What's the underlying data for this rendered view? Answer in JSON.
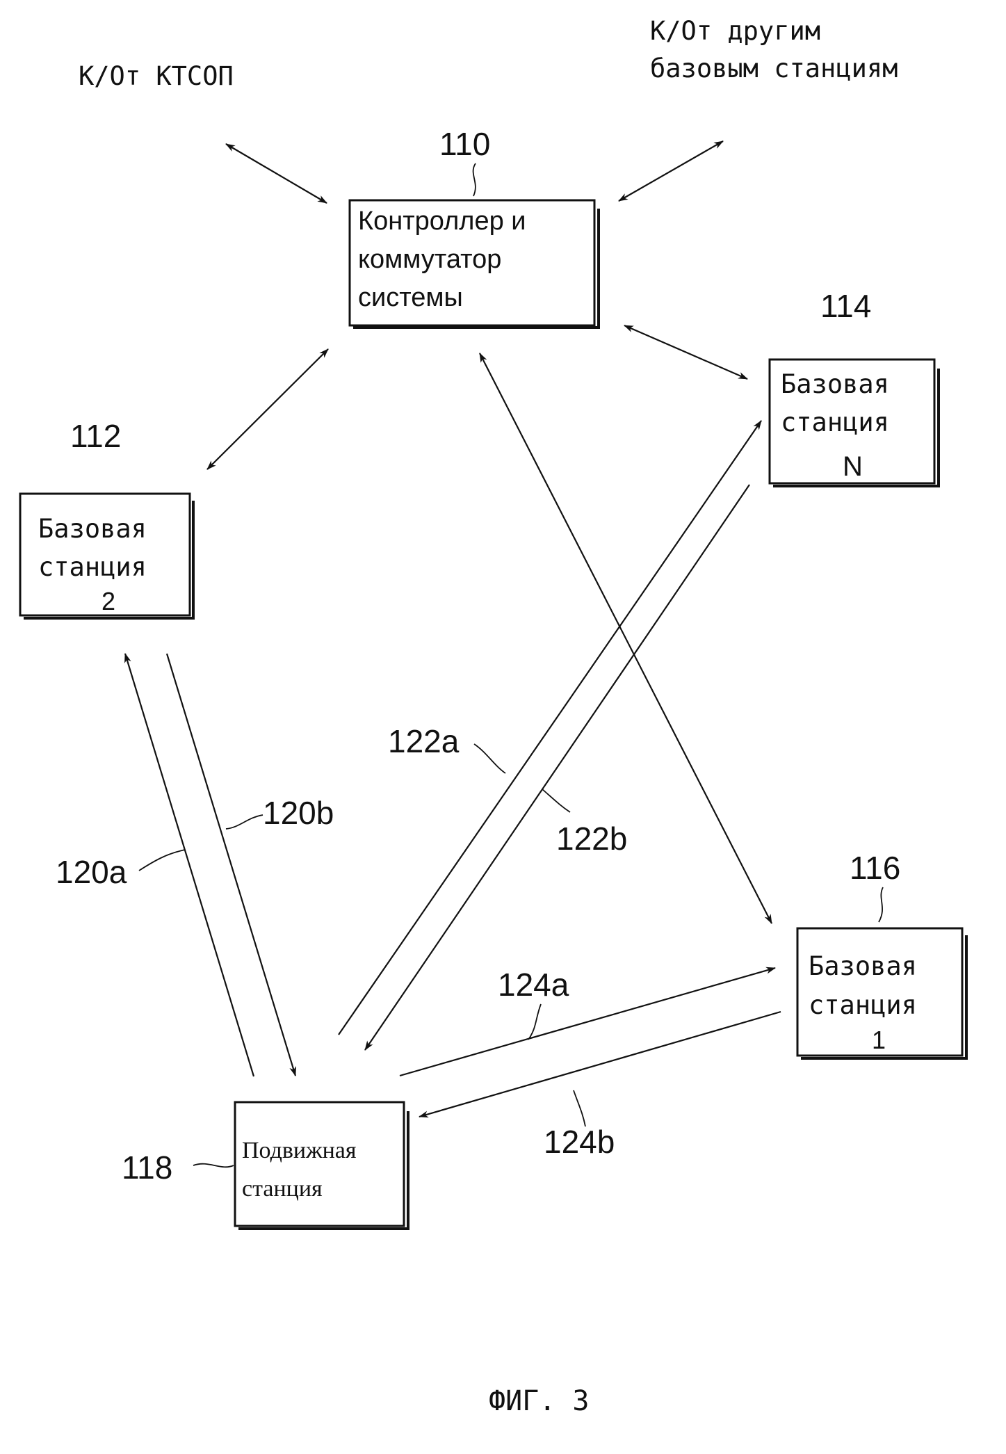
{
  "labels": {
    "pstn": "К/От КТСОП",
    "others_line1": "К/От другим",
    "others_line2": "базовым станциям",
    "caption": "ФИГ. 3"
  },
  "nodes": {
    "controller": {
      "ref": "110",
      "line1": "Контроллер и",
      "line2": "коммутатор",
      "line3": "системы"
    },
    "bs2": {
      "ref": "112",
      "line1": "Базовая",
      "line2": "станция",
      "line3": "2"
    },
    "bsN": {
      "ref": "114",
      "line1": "Базовая",
      "line2": "станция",
      "line3": "N"
    },
    "bs1": {
      "ref": "116",
      "line1": "Базовая",
      "line2": "станция",
      "line3": "1"
    },
    "mobile": {
      "ref": "118",
      "line1": "Подвижная",
      "line2": "станция"
    }
  },
  "links": {
    "l120a": "120a",
    "l120b": "120b",
    "l122a": "122a",
    "l122b": "122b",
    "l124a": "124a",
    "l124b": "124b"
  },
  "colors": {
    "ink": "#111111",
    "paper": "#ffffff"
  }
}
